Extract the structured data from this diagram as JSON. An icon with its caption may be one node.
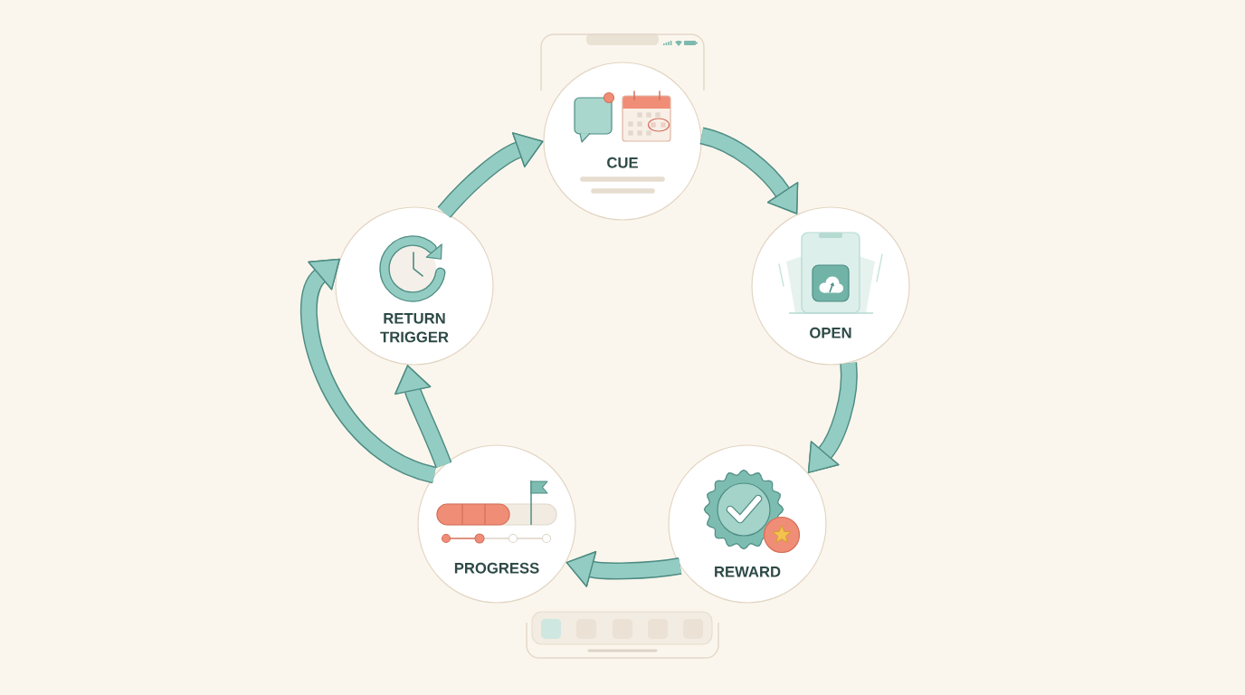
{
  "diagram": {
    "nodes": [
      {
        "text": [
          "CUE"
        ]
      },
      {
        "text": [
          "OPEN"
        ]
      },
      {
        "text": [
          "REWARD"
        ]
      },
      {
        "text": [
          "PROGRESS"
        ]
      },
      {
        "text": [
          "RETURN TRIGGER"
        ]
      }
    ],
    "edges": [
      {
        "from": 0,
        "to": 1,
        "arrow": "to"
      },
      {
        "from": 1,
        "to": 2,
        "arrow": "to"
      },
      {
        "from": 2,
        "to": 3,
        "arrow": "to"
      },
      {
        "from": 3,
        "to": 4,
        "arrow": "to"
      },
      {
        "from": 3,
        "to": 4,
        "arrow": "to"
      },
      {
        "from": 4,
        "to": 0,
        "arrow": "to"
      }
    ]
  }
}
